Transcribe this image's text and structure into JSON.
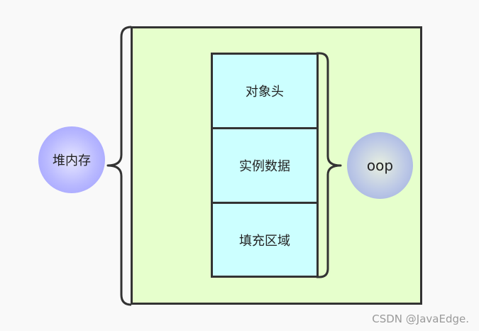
{
  "diagram": {
    "left_node": {
      "label": "堆内存"
    },
    "object_layout": {
      "rows": [
        "对象头",
        "实例数据",
        "填充区域"
      ]
    },
    "right_node": {
      "label": "oop"
    }
  },
  "watermark": "CSDN @JavaEdge.",
  "colors": {
    "background": "#f9f9f9",
    "heap_fill": "#e6ffcc",
    "object_fill": "#ccffff",
    "stroke": "#333333",
    "heap_circle": "#b8b8ff",
    "oop_circle": "#bcc8e6"
  }
}
